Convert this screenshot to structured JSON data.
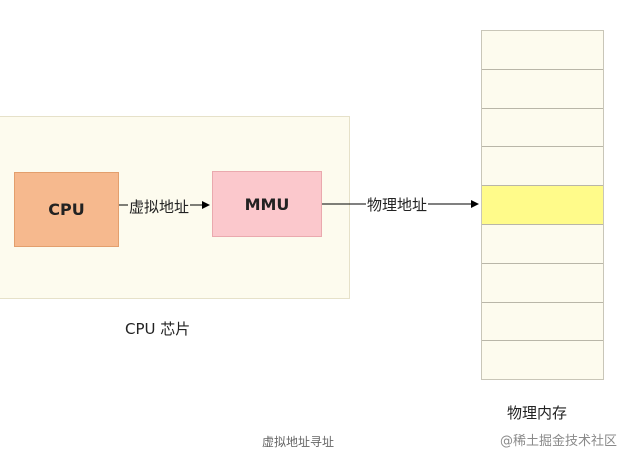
{
  "diagram": {
    "cpu_label": "CPU",
    "mmu_label": "MMU",
    "virtual_address_label": "虚拟地址",
    "physical_address_label": "物理地址",
    "chip_caption": "CPU 芯片",
    "memory_caption": "物理内存",
    "memory_cells": 9,
    "highlighted_cell": 4,
    "colors": {
      "cpu": "#f6b98e",
      "mmu": "#fbc8cc",
      "chip_background": "#fdfbee",
      "highlight": "#fffb8a"
    }
  },
  "footer": {
    "title": "虚拟地址寻址",
    "watermark": "@稀土掘金技术社区"
  }
}
